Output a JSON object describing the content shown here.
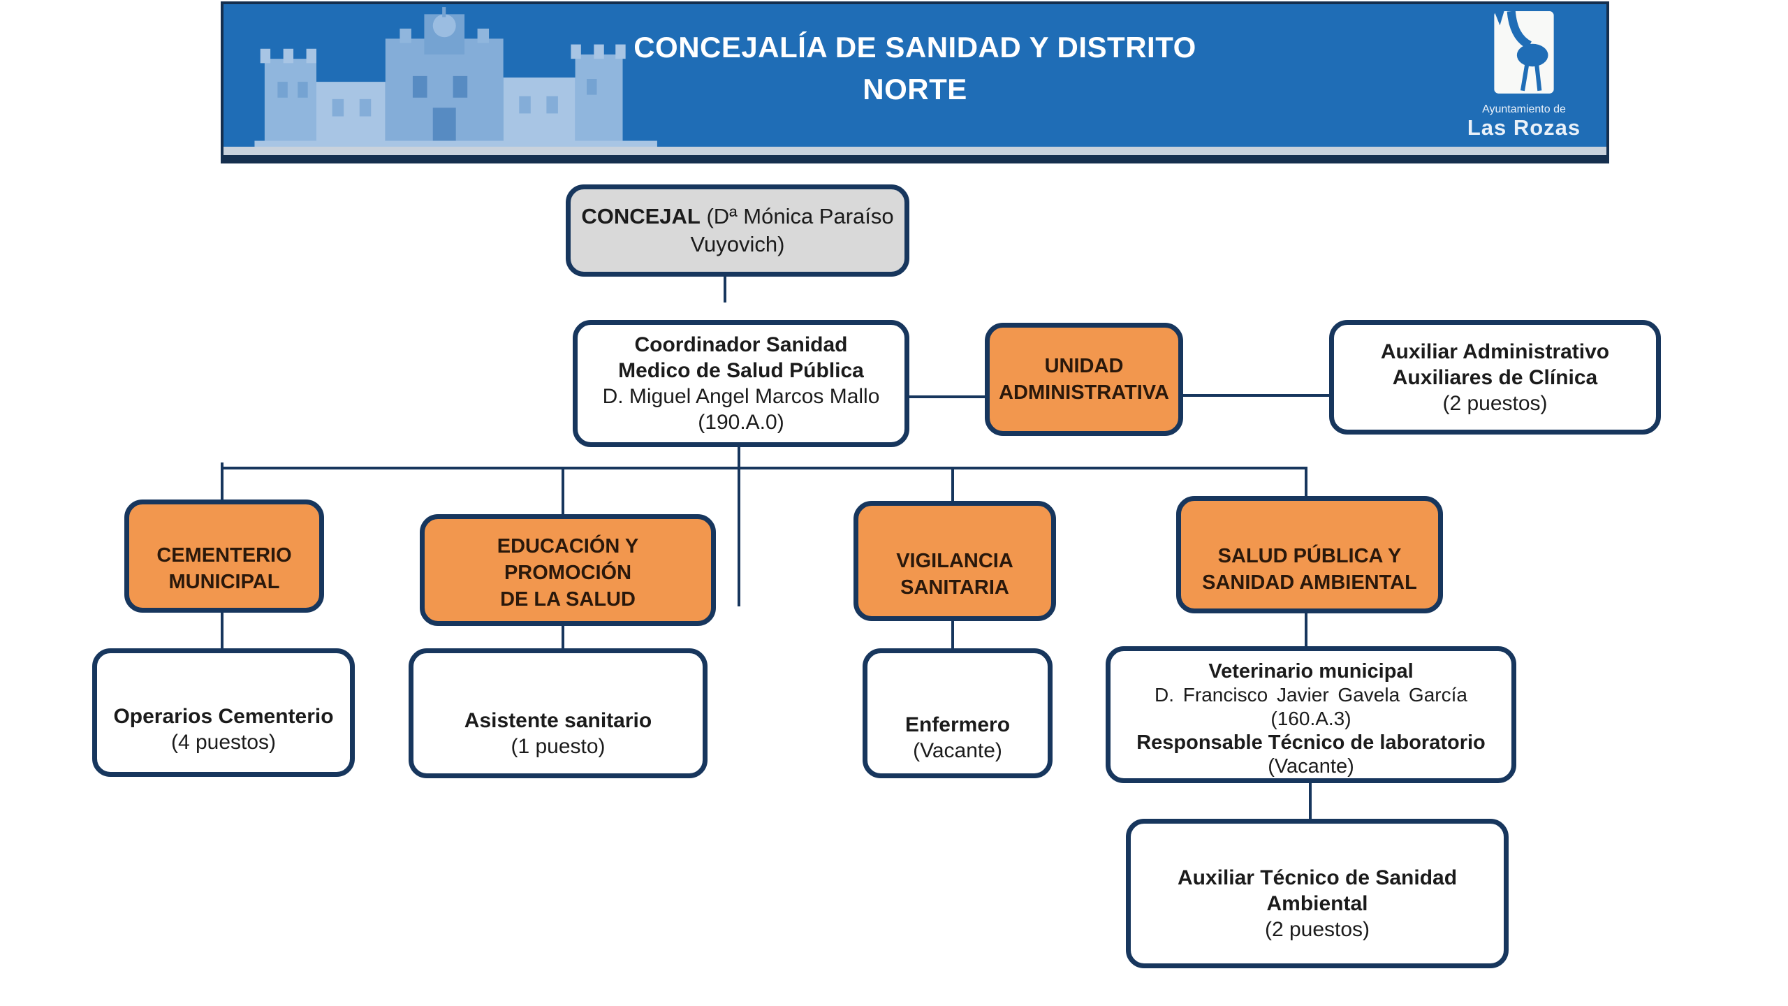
{
  "header": {
    "title": [
      "CONCEJALÍA DE SANIDAD Y DISTRITO",
      "NORTE"
    ],
    "logo": {
      "line_small": "Ayuntamiento de",
      "line_large": "Las Rozas"
    }
  },
  "chart": {
    "concejal": {
      "role": "CONCEJAL",
      "holder": "(Dª Mónica Paraíso Vuyovich)"
    },
    "coordinador": {
      "lines": [
        "Coordinador Sanidad",
        "Medico de Salud Pública",
        "D. Miguel Angel Marcos Mallo",
        "(190.A.0)"
      ]
    },
    "unidad_administrativa": {
      "lines": [
        "UNIDAD",
        "ADMINISTRATIVA"
      ]
    },
    "auxiliar_administrativo": {
      "lines": [
        "Auxiliar Administrativo",
        "Auxiliares de Clínica",
        "(2 puestos)"
      ]
    },
    "cementerio": {
      "lines": [
        "CEMENTERIO",
        "MUNICIPAL"
      ]
    },
    "educacion": {
      "lines": [
        "EDUCACIÓN Y PROMOCIÓN",
        "DE LA SALUD"
      ]
    },
    "vigilancia": {
      "lines": [
        "VIGILANCIA",
        "SANITARIA"
      ]
    },
    "salud_publica": {
      "lines": [
        "SALUD PÚBLICA Y",
        "SANIDAD AMBIENTAL"
      ]
    },
    "operarios": {
      "lines": [
        "Operarios Cementerio",
        "(4 puestos)"
      ]
    },
    "asistente": {
      "lines": [
        "Asistente sanitario",
        "(1 puesto)"
      ]
    },
    "enfermero": {
      "lines": [
        "Enfermero",
        "(Vacante)"
      ]
    },
    "veterinario": {
      "lines": [
        "Veterinario municipal",
        "D. Francisco Javier Gavela García  (160.A.3)",
        "Responsable Técnico de laboratorio",
        "(Vacante)"
      ]
    },
    "auxiliar_tecnico": {
      "lines": [
        "Auxiliar  Técnico de  Sanidad",
        "Ambiental",
        "(2 puestos)"
      ]
    }
  },
  "colors": {
    "banner_blue": "#1F6DB6",
    "border_navy": "#17365D",
    "box_orange": "#F2974E",
    "box_gray": "#D9D9D9",
    "stripe_silver": "#C9D2DC"
  }
}
